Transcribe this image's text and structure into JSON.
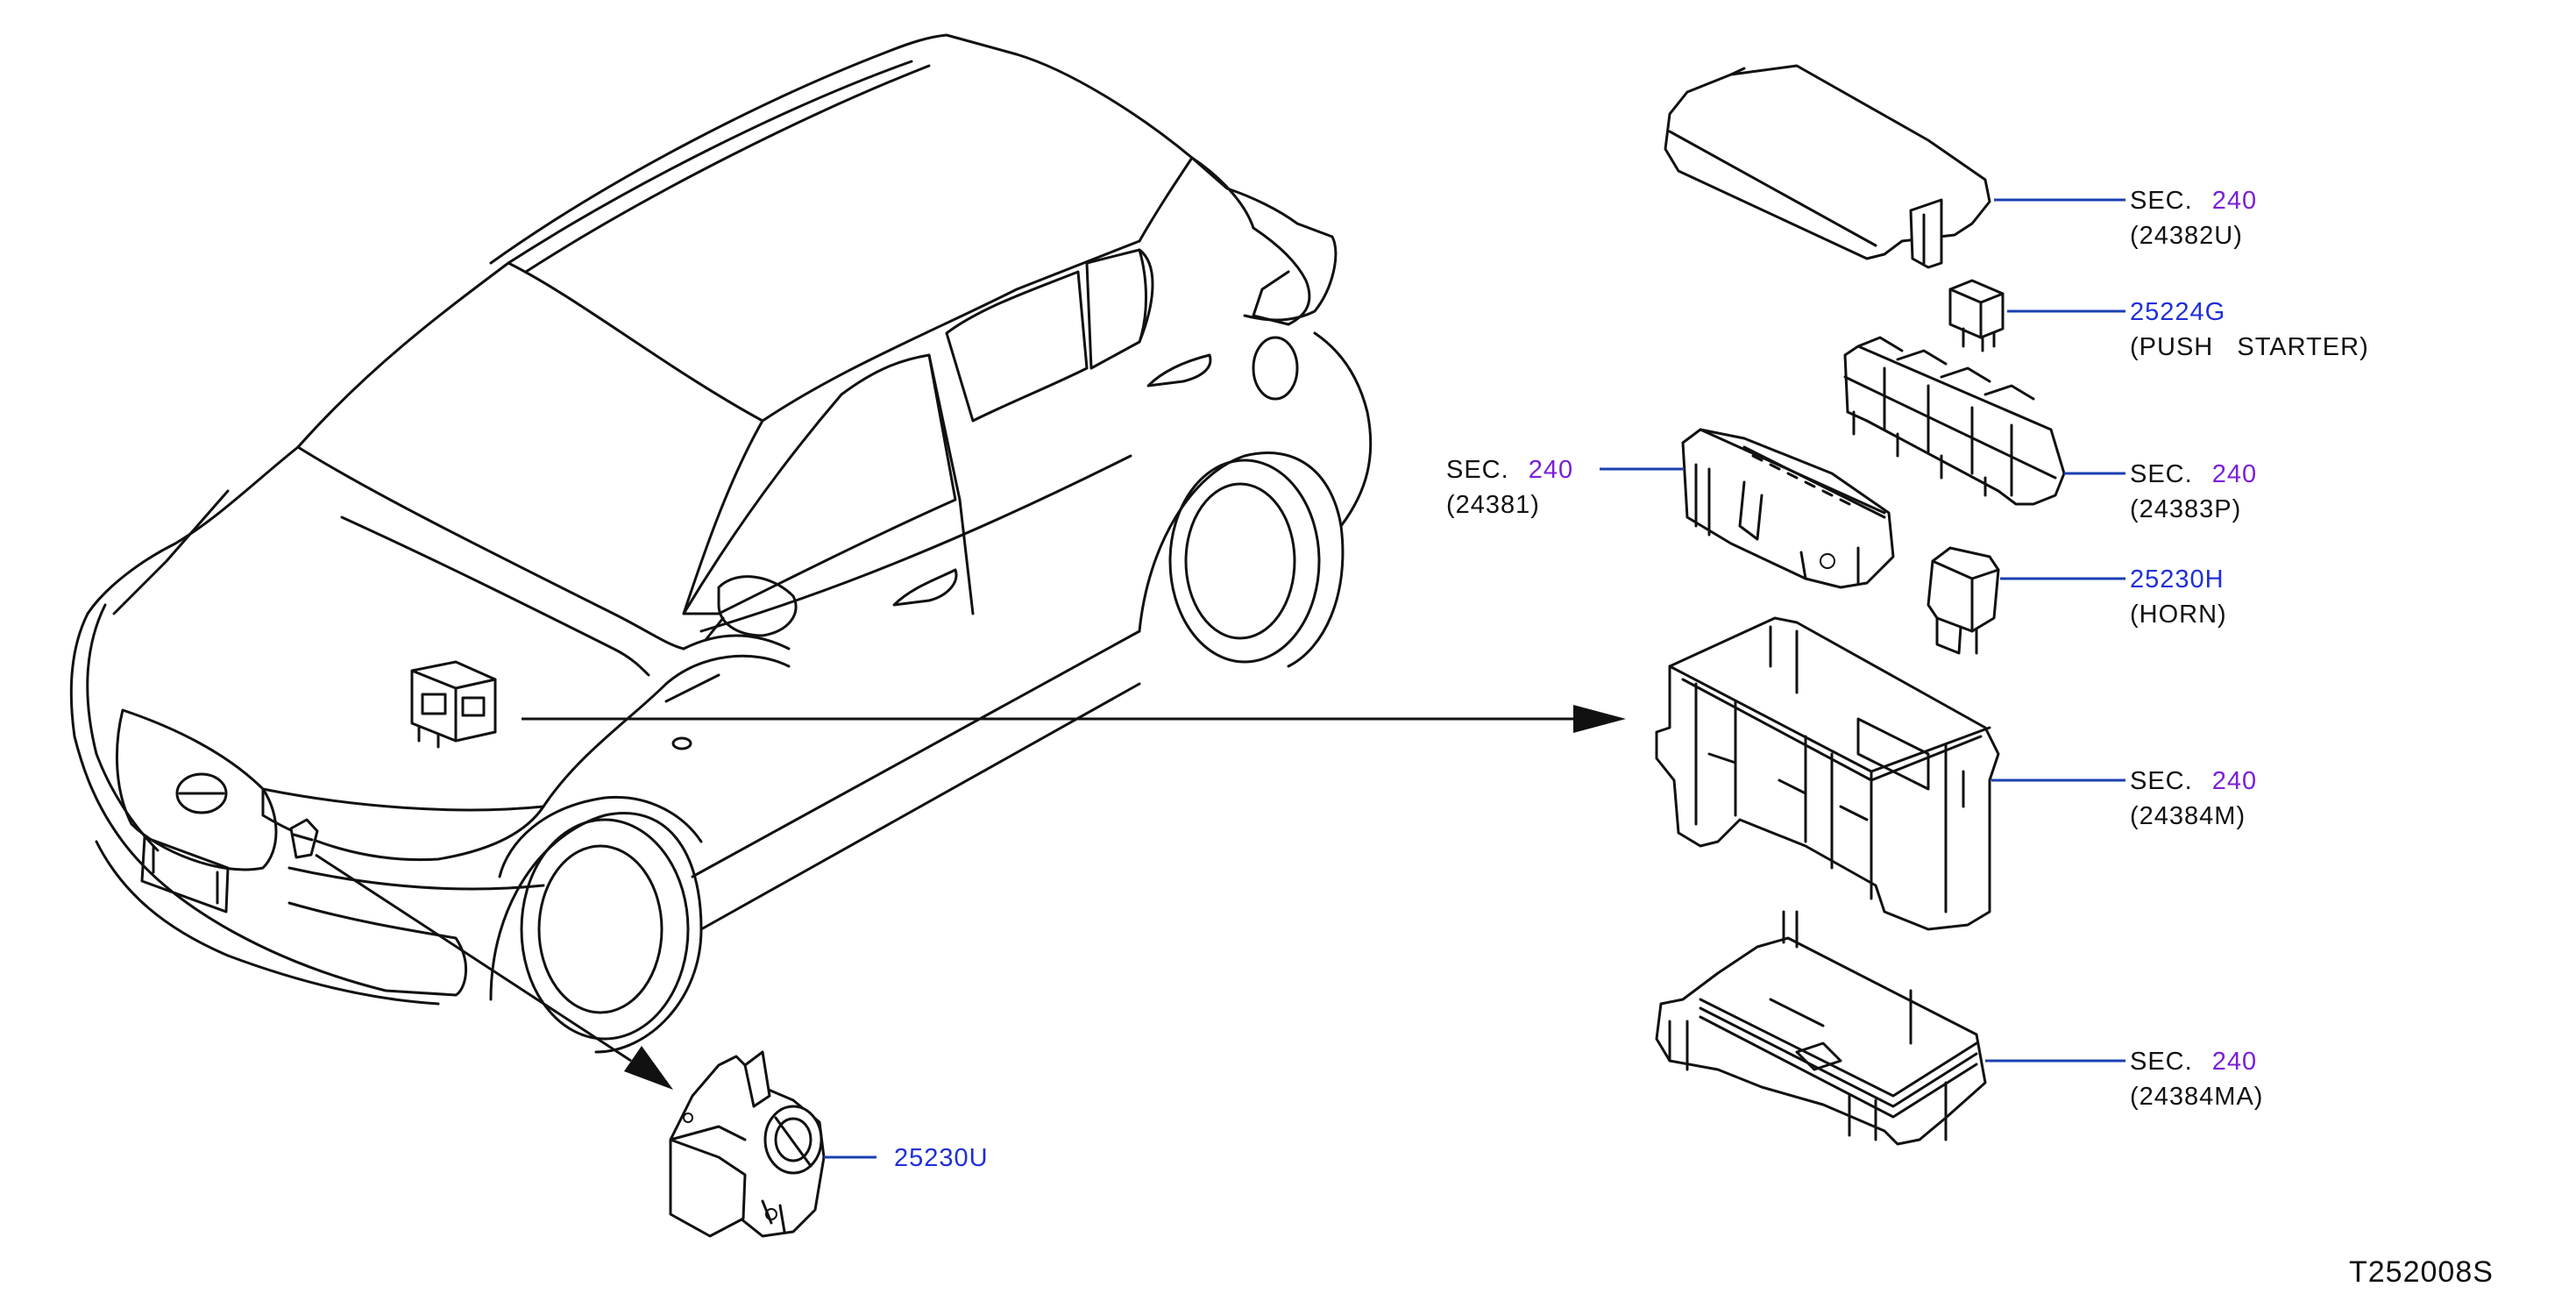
{
  "callouts": {
    "cover": {
      "sec_prefix": "SEC.",
      "sec_number": "240",
      "part": "(24382U)"
    },
    "push_starter_relay": {
      "number": "25224G",
      "desc": "(PUSH   STARTER)"
    },
    "relay_block": {
      "sec_prefix": "SEC.",
      "sec_number": "240",
      "part": "(24383P)"
    },
    "fuse_block": {
      "sec_prefix": "SEC.",
      "sec_number": "240",
      "part": "(24381)"
    },
    "horn_relay": {
      "number": "25230H",
      "desc": "(HORN)"
    },
    "box_upper": {
      "sec_prefix": "SEC.",
      "sec_number": "240",
      "part": "(24384M)"
    },
    "box_lower": {
      "sec_prefix": "SEC.",
      "sec_number": "240",
      "part": "(24384MA)"
    },
    "relay_bracket": {
      "number": "25230U"
    }
  },
  "diagram_code": "T252008S",
  "colors": {
    "sec_number": "#7a1fd6",
    "part_link": "#1f2fd8",
    "line": "#111111"
  }
}
